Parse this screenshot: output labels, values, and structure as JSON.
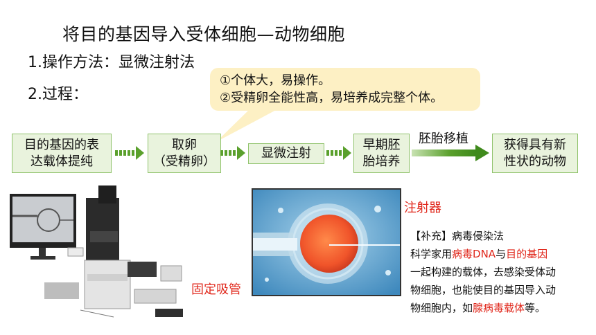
{
  "title": "将目的基因导入受体细胞—动物细胞",
  "method": "1.操作方法：显微注射法",
  "process_label": "2.过程：",
  "callout": {
    "line1": "①个体大，易操作。",
    "line2": "②受精卵全能性高，易培养成完整个体。"
  },
  "flow": {
    "step1": [
      "目的基因的表",
      "达载体提纯"
    ],
    "step2": [
      "取卵",
      "（受精卵）"
    ],
    "step3": "显微注射",
    "step4": [
      "早期胚",
      "胎培养"
    ],
    "arrow_label": "胚胎移植",
    "step5": [
      "获得具有新",
      "性状的动物"
    ]
  },
  "labels": {
    "injector": "注射器",
    "holder": "固定吸管"
  },
  "supplement": {
    "heading": "【补充】病毒侵染法",
    "l2_a": "科学家用",
    "l2_b": "病毒DNA",
    "l2_c": "与",
    "l2_d": "目的基因",
    "l3": "一起构建的载体，去感染受体动",
    "l4": "物细胞，也能使目的基因导入动",
    "l5_a": "物细胞内，如",
    "l5_b": "腺病毒载体",
    "l5_c": "等。"
  },
  "colors": {
    "box_fill": "#e9f3dd",
    "box_border": "#8fc36b",
    "arrow": "#5aa02c",
    "callout": "#fdf0c4",
    "highlight_red": "#e0261a"
  }
}
